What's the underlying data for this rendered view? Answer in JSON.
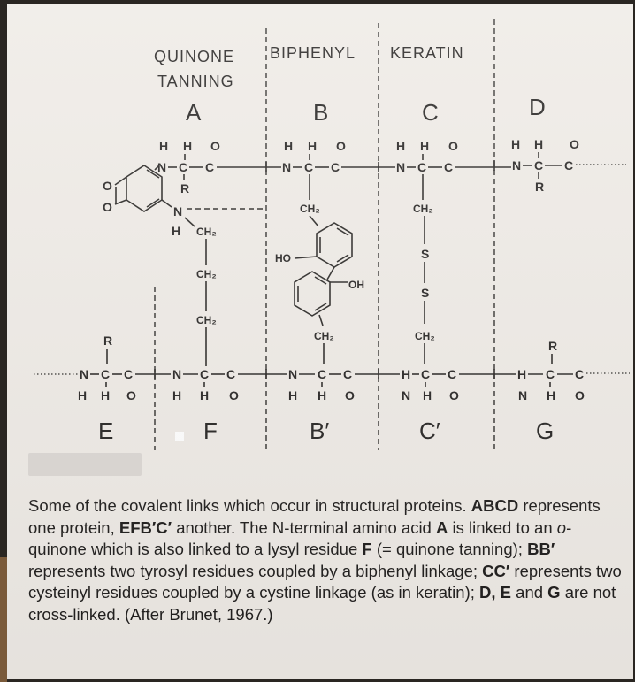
{
  "figure": {
    "headers": {
      "quinone": "QUINONE",
      "tanning": "TANNING",
      "biphenyl": "BIPHENYL",
      "keratin": "KERATIN"
    },
    "letters": {
      "A": "A",
      "B": "B",
      "C": "C",
      "D": "D",
      "E": "E",
      "F": "F",
      "Bp": "B′",
      "Cp": "C′",
      "G": "G"
    },
    "atoms": {
      "H": "H",
      "O": "O",
      "N": "N",
      "C": "C",
      "R": "R",
      "CH2": "CH₂",
      "S": "S",
      "HO": "HO",
      "OH": "OH"
    }
  },
  "caption": {
    "s1": "Some of the covalent links which occur in structural proteins. ",
    "abcd": "ABCD",
    "s2": " represents one protein, ",
    "efbc": "EFB′C′",
    "s3": " another. The N-terminal amino acid ",
    "a": "A",
    "s4": " is linked to an ",
    "oq": "o",
    "s5": "-quinone which is also linked to a lysyl residue ",
    "f": "F",
    "s6": " (= quinone tanning); ",
    "bb": "BB′",
    "s7": " represents two tyrosyl residues coupled by a biphenyl linkage; ",
    "cc": "CC′",
    "s8": " represents two cysteinyl residues coupled by a cystine linkage (as in keratin); ",
    "deg": "D, E",
    "s9": " and ",
    "g": "G",
    "s10": " are not cross-linked. (After Brunet, 1967.)"
  }
}
